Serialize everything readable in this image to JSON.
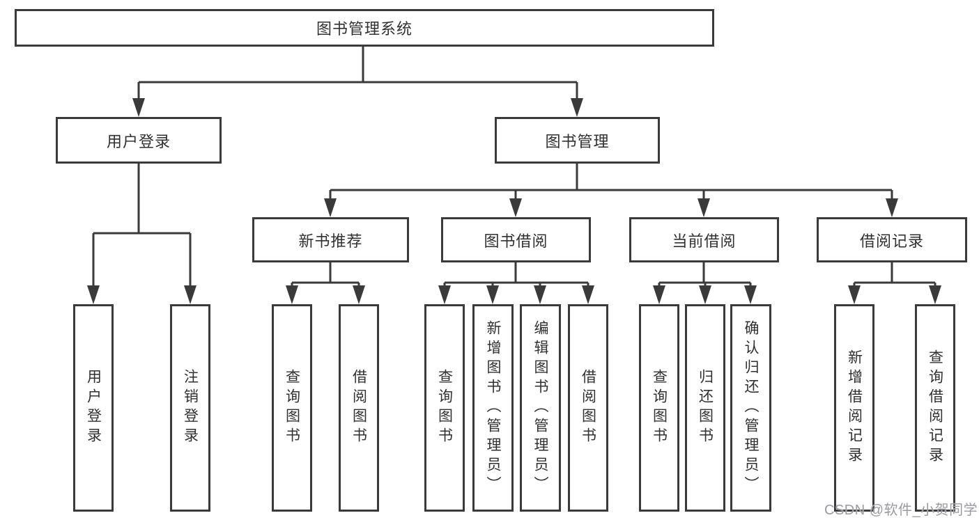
{
  "diagram": {
    "root": {
      "label": "图书管理系统"
    },
    "children": [
      {
        "label": "用户登录",
        "children": [
          {
            "label": "用户登录"
          },
          {
            "label": "注销登录"
          }
        ]
      },
      {
        "label": "图书管理",
        "children": [
          {
            "label": "新书推荐",
            "children": [
              {
                "label": "查询图书"
              },
              {
                "label": "借阅图书"
              }
            ]
          },
          {
            "label": "图书借阅",
            "children": [
              {
                "label": "查询图书"
              },
              {
                "label": "新增图书（管理员）"
              },
              {
                "label": "编辑图书（管理员）"
              },
              {
                "label": "借阅图书"
              }
            ]
          },
          {
            "label": "当前借阅",
            "children": [
              {
                "label": "查询图书"
              },
              {
                "label": "归还图书"
              },
              {
                "label": "确认归还（管理员）"
              }
            ]
          },
          {
            "label": "借阅记录",
            "children": [
              {
                "label": "新增借阅记录"
              },
              {
                "label": "查询借阅记录"
              }
            ]
          }
        ]
      }
    ]
  },
  "watermark": {
    "text": "CSDN @软件_小贺同学"
  },
  "colors": {
    "line": "#3a3a3a",
    "text": "#303030",
    "watermark": "#9a9aa2"
  }
}
